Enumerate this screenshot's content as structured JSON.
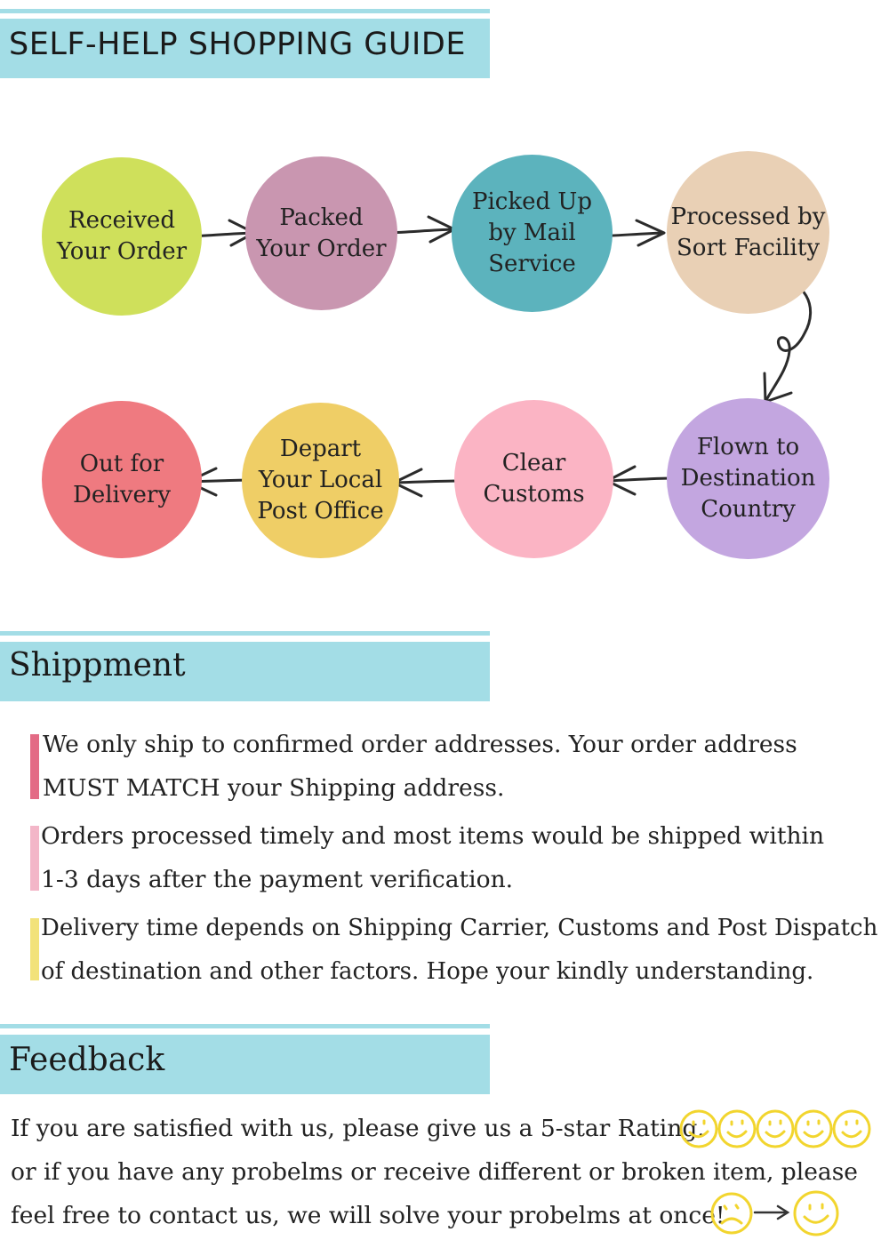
{
  "guide": {
    "title": "SELF-HELP SHOPPING GUIDE",
    "steps": [
      {
        "label": "Received\nYour Order",
        "color": "#cfe05b"
      },
      {
        "label": "Packed\nYour Order",
        "color": "#c996b0"
      },
      {
        "label": "Picked Up\nby Mail\nService",
        "color": "#5cb3bd"
      },
      {
        "label": "Processed by\nSort Facility",
        "color": "#e9d0b5"
      },
      {
        "label": "Flown to\nDestination\nCountry",
        "color": "#c3a6e0"
      },
      {
        "label": "Clear\nCustoms",
        "color": "#fbb4c4"
      },
      {
        "label": "Depart\nYour Local\nPost Office",
        "color": "#efce66"
      },
      {
        "label": "Out for\nDelivery",
        "color": "#ef7a80"
      }
    ]
  },
  "shipment": {
    "title": "Shippment",
    "items": [
      {
        "text": "We only ship to confirmed order addresses. Your order address MUST MATCH your Shipping address.",
        "color": "#e36b85"
      },
      {
        "text": "Orders processed timely and most items would be shipped within 1-3 days after the payment verification.",
        "color": "#f3b6c8"
      },
      {
        "text": "Delivery time depends on Shipping Carrier, Customs and Post Dispatch of destination and other factors. Hope your kindly understanding.",
        "color": "#f2e27a"
      }
    ]
  },
  "feedback": {
    "title": "Feedback",
    "line1": "If you are satisfied with us, please give us a 5-star Rating.",
    "line2": "or if you have any probelms or receive different or broken item, please",
    "line3": "feel free to contact us, we will solve your probelms at once!",
    "smiley_color": "#f2d52e",
    "icons": [
      "smiley-face-icon",
      "sad-face-icon",
      "arrow-right-icon"
    ]
  }
}
